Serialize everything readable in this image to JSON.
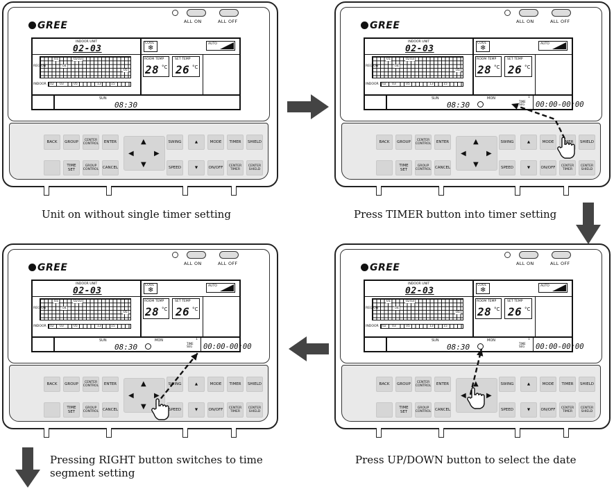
{
  "colors": {
    "ink": "#111111",
    "keypad_bg": "#e9e9e9",
    "key": "#d6d6d6",
    "flow_arrow": "#444444"
  },
  "device": {
    "brand": "GREE",
    "all_on": "ALL ON",
    "all_off": "ALL OFF",
    "indoor_unit_label": "INDOOR UNIT",
    "unit_number": "02-03",
    "region_label": "REGION",
    "indoor_label": "INDOOR",
    "cool_label": "COOL",
    "auto_label": "AUTO",
    "room_temp_label": "ROOM TEMP",
    "set_temp_label": "SET TEMP",
    "room_temp": "28",
    "set_temp": "26",
    "degree_unit": "°C",
    "day": "SUN",
    "clock": "08:30",
    "mon": "MON",
    "time_seg_label": "TIME SEG",
    "seg_number": "1",
    "time_segment": "00:00-00:00",
    "grid_numbers": [
      "01",
      "02",
      "03",
      "04",
      "05"
    ],
    "indoor_numbers": [
      "02",
      "03",
      "05",
      "13",
      "15"
    ]
  },
  "keys": {
    "row1": [
      "BACK",
      "GROUP",
      "CENTER CONTROL",
      "ENTER",
      "SWING",
      "▲",
      "MODE",
      "TIMER",
      "SHIELD"
    ],
    "row2": [
      "",
      "TIME SET",
      "GROUP CONTROL",
      "CANCEL",
      "SPEED",
      "▼",
      "ON/OFF",
      "CENTER TIMER",
      "CENTER SHIELD"
    ]
  },
  "captions": {
    "step1": "Unit on without single timer setting",
    "step2": "Press TIMER button into timer setting",
    "step3": "Press UP/DOWN button to select the date",
    "step4": "Pressing RIGHT button switches to time segment setting"
  },
  "panels": [
    {
      "id": "step1",
      "show_timer_row": false,
      "pointer": ""
    },
    {
      "id": "step2",
      "show_timer_row": true,
      "pointer": "timer"
    },
    {
      "id": "step4",
      "show_timer_row": true,
      "pointer": "right"
    },
    {
      "id": "step3",
      "show_timer_row": true,
      "pointer": "updown"
    }
  ]
}
